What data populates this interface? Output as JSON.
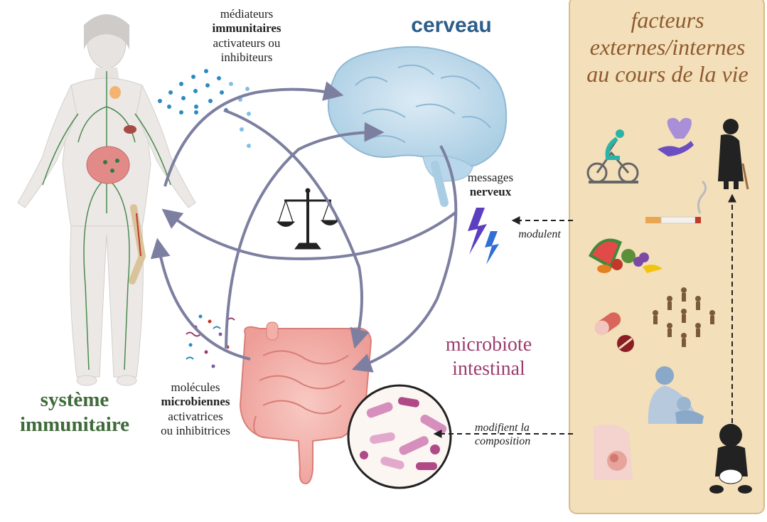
{
  "labels": {
    "immune_mediators": {
      "line1": "médiateurs",
      "line2": "immunitaires",
      "line3": "activateurs ou",
      "line4": "inhibiteurs"
    },
    "brain_title": "cerveau",
    "nerve_messages": {
      "line1": "messages",
      "line2": "nerveux"
    },
    "microbial_molecules": {
      "line1": "molécules",
      "line2": "microbiennes",
      "line3": "activatrices",
      "line4": "ou inhibitrices"
    },
    "immune_title": {
      "line1": "système",
      "line2": "immunitaire"
    },
    "microbiota_title": {
      "line1": "microbiote",
      "line2": "intestinal"
    },
    "modulate": "modulent",
    "modify": {
      "line1": "modifient la",
      "line2": "composition"
    }
  },
  "panel": {
    "title": {
      "line1": "facteurs",
      "line2": "externes/internes",
      "line3": "au cours de la vie"
    }
  },
  "icons": [
    "human-body-icon",
    "brain-icon",
    "intestine-icon",
    "microbes-magnifier-icon",
    "balance-scale-icon",
    "lightning-icon",
    "cyclist-icon",
    "heart-hand-icon",
    "elderly-person-icon",
    "cigarette-icon",
    "fruits-vegetables-icon",
    "pill-icon",
    "people-network-icon",
    "breastfeeding-icon",
    "pregnancy-icon",
    "baby-icon"
  ],
  "colors": {
    "arrows": "#7d7fa0",
    "panel_bg": "#f3dfb9",
    "panel_border": "#d4bd8e",
    "brain_title": "#2d5d8a",
    "immune_title": "#3f6b3a",
    "microbiota_title": "#9c3c6e",
    "panel_title": "#8e5a2e"
  }
}
